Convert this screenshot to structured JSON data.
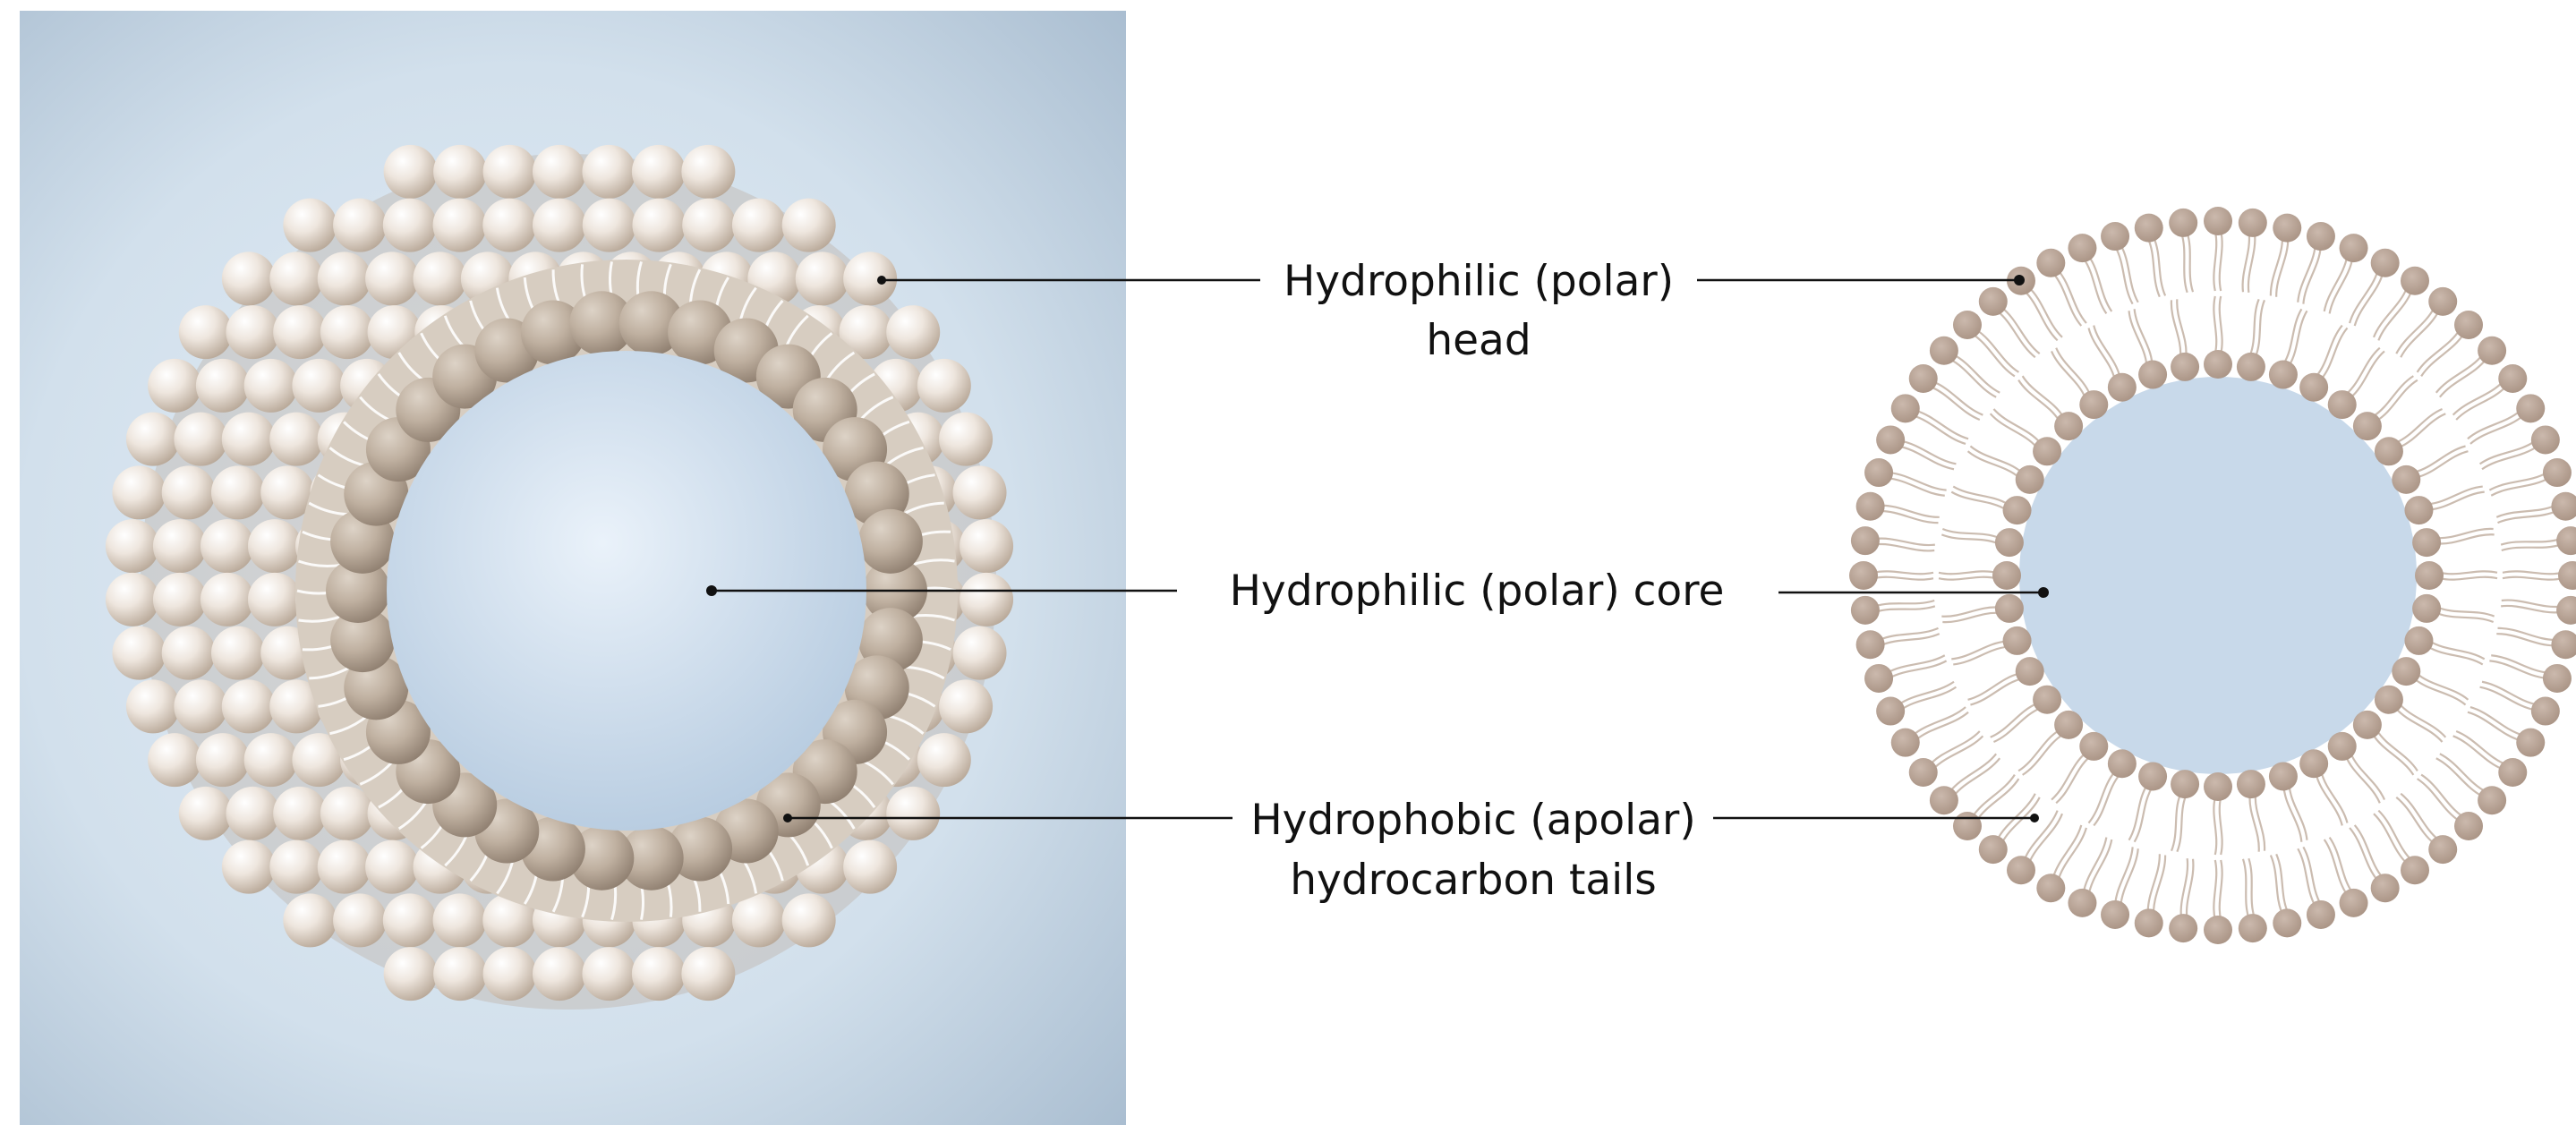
{
  "labels": {
    "head": [
      "Hydrophilic (polar)",
      "head"
    ],
    "core": [
      "Hydrophilic (polar) core"
    ],
    "tails": [
      "Hydrophobic (apolar)",
      "hydrocarbon tails"
    ]
  },
  "colors": {
    "panel_bg_center": "#e2ecf5",
    "panel_bg_edge": "#a4b8cc",
    "outer_sphere": "#f1ebe4",
    "inner_sphere": "#c2b4a4",
    "tail": "#ffffff",
    "core_fill": "#c8d9ea",
    "schematic_head": "#bca89b",
    "schematic_tail": "#cbbcb0",
    "leader_line": "#111111"
  },
  "schematic": {
    "outer_heads": 64,
    "inner_heads": 40
  }
}
